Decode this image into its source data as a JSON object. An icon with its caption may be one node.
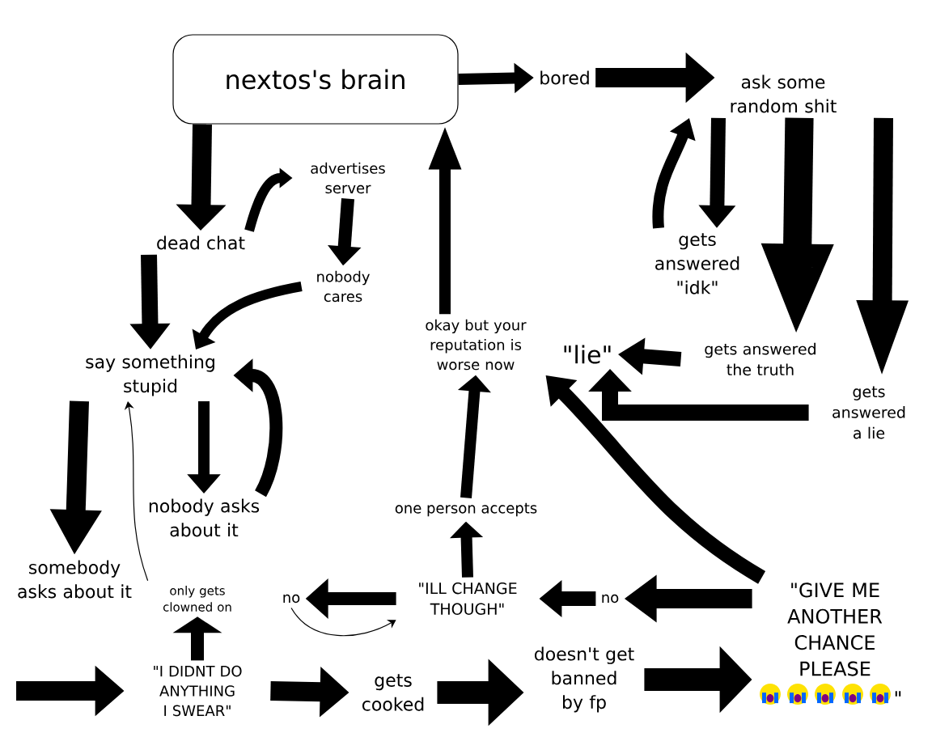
{
  "diagram": {
    "nodes": [
      {
        "text": [
          "nextos's brain"
        ]
      },
      {
        "text": [
          "bored"
        ]
      },
      {
        "text": [
          "ask some random shit"
        ]
      },
      {
        "text": [
          "gets answered \"idk\""
        ]
      },
      {
        "text": [
          "gets answered the truth"
        ]
      },
      {
        "text": [
          "gets answered a lie"
        ]
      },
      {
        "text": [
          "\"lie\""
        ]
      },
      {
        "text": [
          "okay but your reputation is worse now"
        ]
      },
      {
        "text": [
          "dead chat"
        ]
      },
      {
        "text": [
          "advertises server"
        ]
      },
      {
        "text": [
          "nobody cares"
        ]
      },
      {
        "text": [
          "say something stupid"
        ]
      },
      {
        "text": [
          "nobody asks about it"
        ]
      },
      {
        "text": [
          "somebody asks about it"
        ]
      },
      {
        "text": [
          "only gets clowned on"
        ]
      },
      {
        "text": [
          "\"I DIDNT DO ANYTHING I SWEAR\""
        ]
      },
      {
        "text": [
          "gets cooked"
        ]
      },
      {
        "text": [
          "doesn't get banned by fp"
        ]
      },
      {
        "text": [
          "\"GIVE ME ANOTHER CHANCE PLEASE",
          "\""
        ]
      },
      {
        "text": [
          "no"
        ]
      },
      {
        "text": [
          "\"ILL CHANGE THOUGH\""
        ]
      },
      {
        "text": [
          "no"
        ]
      },
      {
        "text": [
          "one person accepts"
        ]
      }
    ],
    "edges": [
      {
        "from": 0,
        "to": 1,
        "arrow": "to"
      },
      {
        "from": 1,
        "to": 2,
        "arrow": "to"
      },
      {
        "from": 2,
        "to": 3,
        "arrow": "to"
      },
      {
        "from": 3,
        "to": 2,
        "arrow": "to"
      },
      {
        "from": 2,
        "to": 4,
        "arrow": "to",
        "style": "thick"
      },
      {
        "from": 2,
        "to": 5,
        "arrow": "to"
      },
      {
        "from": 4,
        "to": 6,
        "arrow": "to"
      },
      {
        "from": 5,
        "to": 6,
        "arrow": "to"
      },
      {
        "from": 7,
        "to": 0,
        "arrow": "to"
      },
      {
        "from": 0,
        "to": 8,
        "arrow": "to"
      },
      {
        "from": 8,
        "to": 9,
        "arrow": "to"
      },
      {
        "from": 9,
        "to": 10,
        "arrow": "to"
      },
      {
        "from": 10,
        "to": 11,
        "arrow": "to"
      },
      {
        "from": 8,
        "to": 11,
        "arrow": "to"
      },
      {
        "from": 11,
        "to": 13,
        "arrow": "to"
      },
      {
        "from": 11,
        "to": 12,
        "arrow": "to"
      },
      {
        "from": 12,
        "to": 11,
        "arrow": "to"
      },
      {
        "from": 14,
        "to": 11,
        "arrow": "to"
      },
      {
        "from": null,
        "to": 15,
        "arrow": "to"
      },
      {
        "from": 15,
        "to": 14,
        "arrow": "to"
      },
      {
        "from": 15,
        "to": 16,
        "arrow": "to"
      },
      {
        "from": 16,
        "to": 17,
        "arrow": "to"
      },
      {
        "from": 17,
        "to": 18,
        "arrow": "to"
      },
      {
        "from": 18,
        "to": 7,
        "arrow": "to"
      },
      {
        "from": 18,
        "to": 19,
        "arrow": "to"
      },
      {
        "from": 19,
        "to": 20,
        "arrow": "to"
      },
      {
        "from": 20,
        "to": 22,
        "arrow": "to"
      },
      {
        "from": 22,
        "to": 7,
        "arrow": "to"
      },
      {
        "from": 20,
        "to": 21,
        "arrow": "to"
      },
      {
        "from": 21,
        "to": 20,
        "arrow": "to"
      }
    ]
  }
}
